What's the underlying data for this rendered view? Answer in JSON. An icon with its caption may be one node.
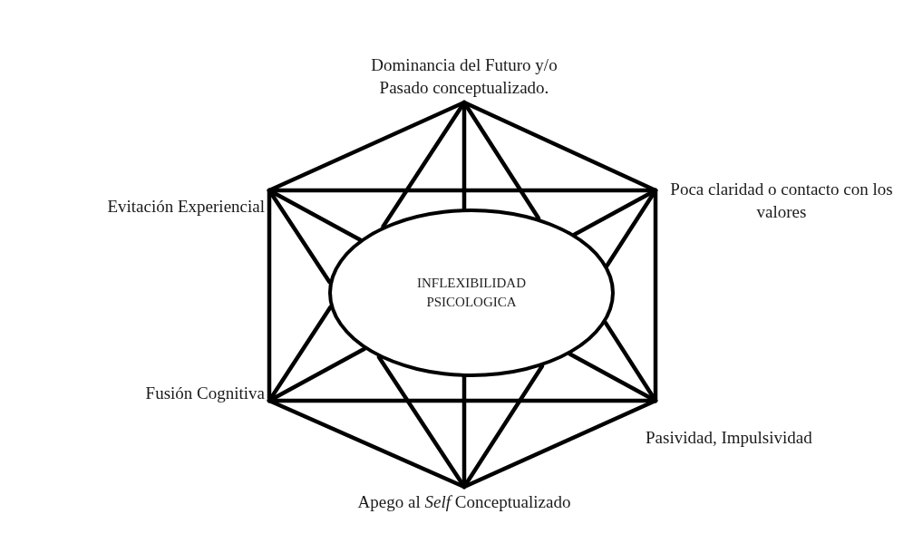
{
  "diagram": {
    "nodes": [
      {
        "text": [
          "Dominancia del Futuro y/o Pasado conceptualizado."
        ]
      },
      {
        "text": [
          "Evitación Experiencial"
        ]
      },
      {
        "text": [
          "Poca claridad o contacto con los valores"
        ]
      },
      {
        "text": [
          "INFLEXIBILIDAD PSICOLOGICA"
        ]
      },
      {
        "text": [
          "Fusión Cognitiva"
        ]
      },
      {
        "text": [
          "Pasividad, Impulsividad"
        ]
      },
      {
        "text": [
          "Apego al *Self* Conceptualizado"
        ]
      }
    ],
    "edges": [
      {
        "from": 0,
        "to": 1,
        "arrow": "none"
      },
      {
        "from": 0,
        "to": 2,
        "arrow": "none"
      },
      {
        "from": 0,
        "to": 3,
        "arrow": "none"
      },
      {
        "from": 0,
        "to": 3,
        "arrow": "none"
      },
      {
        "from": 0,
        "to": 3,
        "arrow": "none"
      },
      {
        "from": 1,
        "to": 2,
        "arrow": "none"
      },
      {
        "from": 1,
        "to": 4,
        "arrow": "none"
      },
      {
        "from": 1,
        "to": 3,
        "arrow": "none"
      },
      {
        "from": 1,
        "to": 3,
        "arrow": "none"
      },
      {
        "from": 2,
        "to": 3,
        "arrow": "none"
      },
      {
        "from": 2,
        "to": 5,
        "arrow": "none"
      },
      {
        "from": 2,
        "to": 3,
        "arrow": "none"
      },
      {
        "from": 4,
        "to": 3,
        "arrow": "none"
      },
      {
        "from": 4,
        "to": 3,
        "arrow": "none"
      },
      {
        "from": 4,
        "to": 5,
        "arrow": "none"
      },
      {
        "from": 4,
        "to": 6,
        "arrow": "none"
      },
      {
        "from": 5,
        "to": 3,
        "arrow": "none"
      },
      {
        "from": 5,
        "to": 3,
        "arrow": "none"
      },
      {
        "from": 5,
        "to": 6,
        "arrow": "none"
      },
      {
        "from": 6,
        "to": 3,
        "arrow": "none"
      },
      {
        "from": 6,
        "to": 3,
        "arrow": "none"
      },
      {
        "from": 6,
        "to": 3,
        "arrow": "none"
      }
    ]
  }
}
